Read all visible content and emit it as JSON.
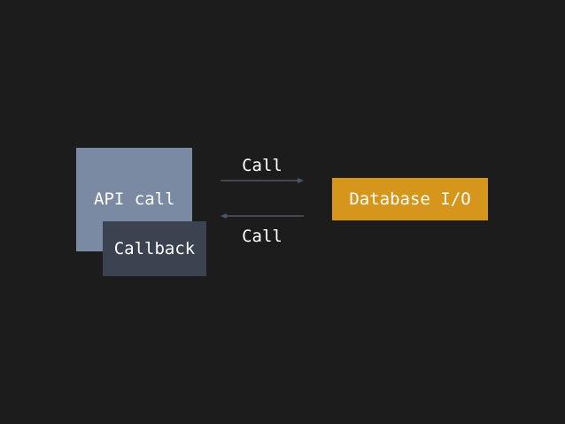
{
  "nodes": {
    "api_call": {
      "label": "API call",
      "color": "#7b8aa3"
    },
    "callback": {
      "label": "Callback",
      "color": "#3b4350"
    },
    "database": {
      "label": "Database I/O",
      "color": "#d6961c"
    }
  },
  "edges": {
    "outgoing": {
      "label": "Call",
      "from": "api_call",
      "to": "database"
    },
    "return": {
      "label": "Call",
      "from": "database",
      "to": "callback"
    }
  },
  "background": "#1c1c1c",
  "arrow_color": "#4c566e"
}
